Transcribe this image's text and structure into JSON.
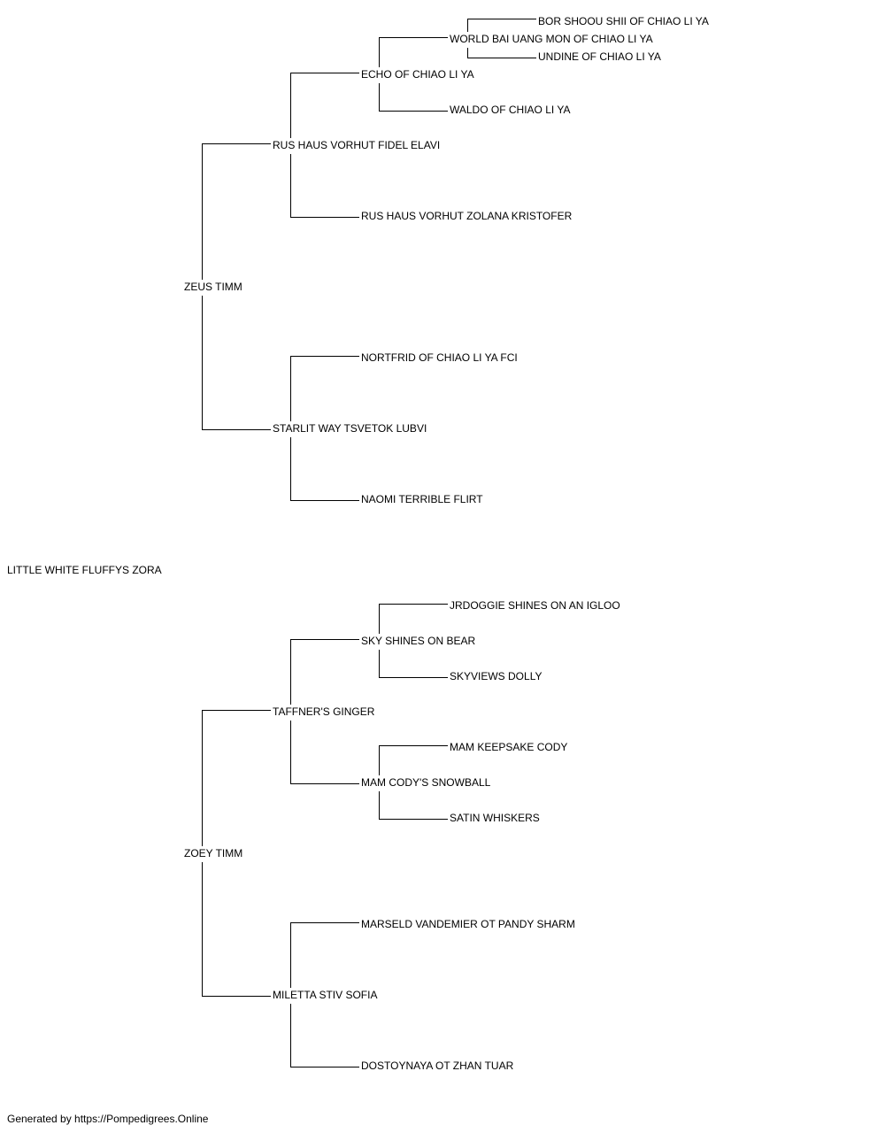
{
  "pedigree": {
    "subject": "LITTLE WHITE FLUFFYS ZORA",
    "sire": {
      "name": "ZEUS TIMM",
      "sire": {
        "name": "RUS HAUS VORHUT FIDEL ELAVI",
        "sire": {
          "name": "ECHO OF CHIAO LI YA",
          "sire": {
            "name": "WORLD BAI UANG MON OF CHIAO LI YA",
            "sire": "BOR SHOOU SHII OF CHIAO LI YA",
            "dam": "UNDINE OF CHIAO LI YA"
          },
          "dam": "WALDO OF CHIAO LI YA"
        },
        "dam": "RUS HAUS VORHUT ZOLANA KRISTOFER"
      },
      "dam": {
        "name": "STARLIT WAY TSVETOK LUBVI",
        "sire": "NORTFRID OF CHIAO LI YA FCI",
        "dam": "NAOMI TERRIBLE FLIRT"
      }
    },
    "dam": {
      "name": "ZOEY TIMM",
      "sire": {
        "name": "TAFFNER'S GINGER",
        "sire": {
          "name": "SKY SHINES ON BEAR",
          "sire": "JRDOGGIE SHINES ON AN IGLOO",
          "dam": "SKYVIEWS DOLLY"
        },
        "dam": {
          "name": "MAM CODY'S SNOWBALL",
          "sire": "MAM KEEPSAKE CODY",
          "dam": "SATIN WHISKERS"
        }
      },
      "dam": {
        "name": "MILETTA STIV SOFIA",
        "sire": "MARSELD VANDEMIER OT PANDY SHARM",
        "dam": "DOSTOYNAYA OT ZHAN TUAR"
      }
    }
  },
  "footer": "Generated by https://Pompedigrees.Online",
  "colors": {
    "line": "#000000",
    "text": "#000000",
    "background": "#ffffff"
  }
}
